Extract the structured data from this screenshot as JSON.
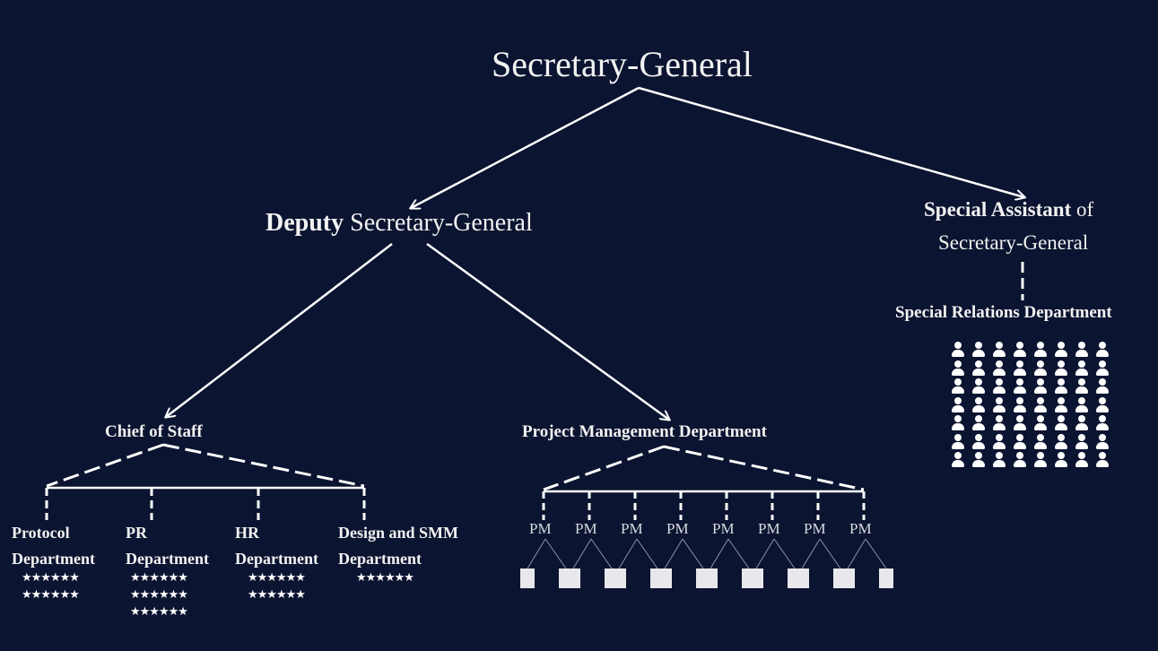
{
  "sg": {
    "title": "Secretary-General"
  },
  "deputy": {
    "bold": "Deputy",
    "rest": "Secretary-General"
  },
  "special_assistant": {
    "bold": "Special Assistant",
    "rest": "of",
    "line2": "Secretary-General"
  },
  "special_relations": {
    "label": "Special Relations Department",
    "people_rows": 7,
    "people_cols": 8
  },
  "chief_of_staff": {
    "label": "Chief of Staff"
  },
  "departments": [
    {
      "line1": "Protocol",
      "line2": "Department",
      "stars": [
        "★★★★★★",
        "★★★★★★"
      ]
    },
    {
      "line1": "PR",
      "line2": "Department",
      "stars": [
        "★★★★★★",
        "★★★★★★",
        "★★★★★★"
      ]
    },
    {
      "line1": "HR",
      "line2": "Department",
      "stars": [
        "★★★★★★",
        "★★★★★★"
      ]
    },
    {
      "line1": "Design and SMM",
      "line2": "Department",
      "stars": [
        "★★★★★★"
      ]
    }
  ],
  "project_management": {
    "label": "Project Management Department",
    "pm_label": "PM",
    "pm_count": 8
  },
  "colors": {
    "background": "#0b1430",
    "foreground": "#ffffff",
    "box": "#e8e8ec"
  },
  "icons": {
    "person": "person-icon",
    "star": "star-icon",
    "box": "task-box-icon"
  }
}
